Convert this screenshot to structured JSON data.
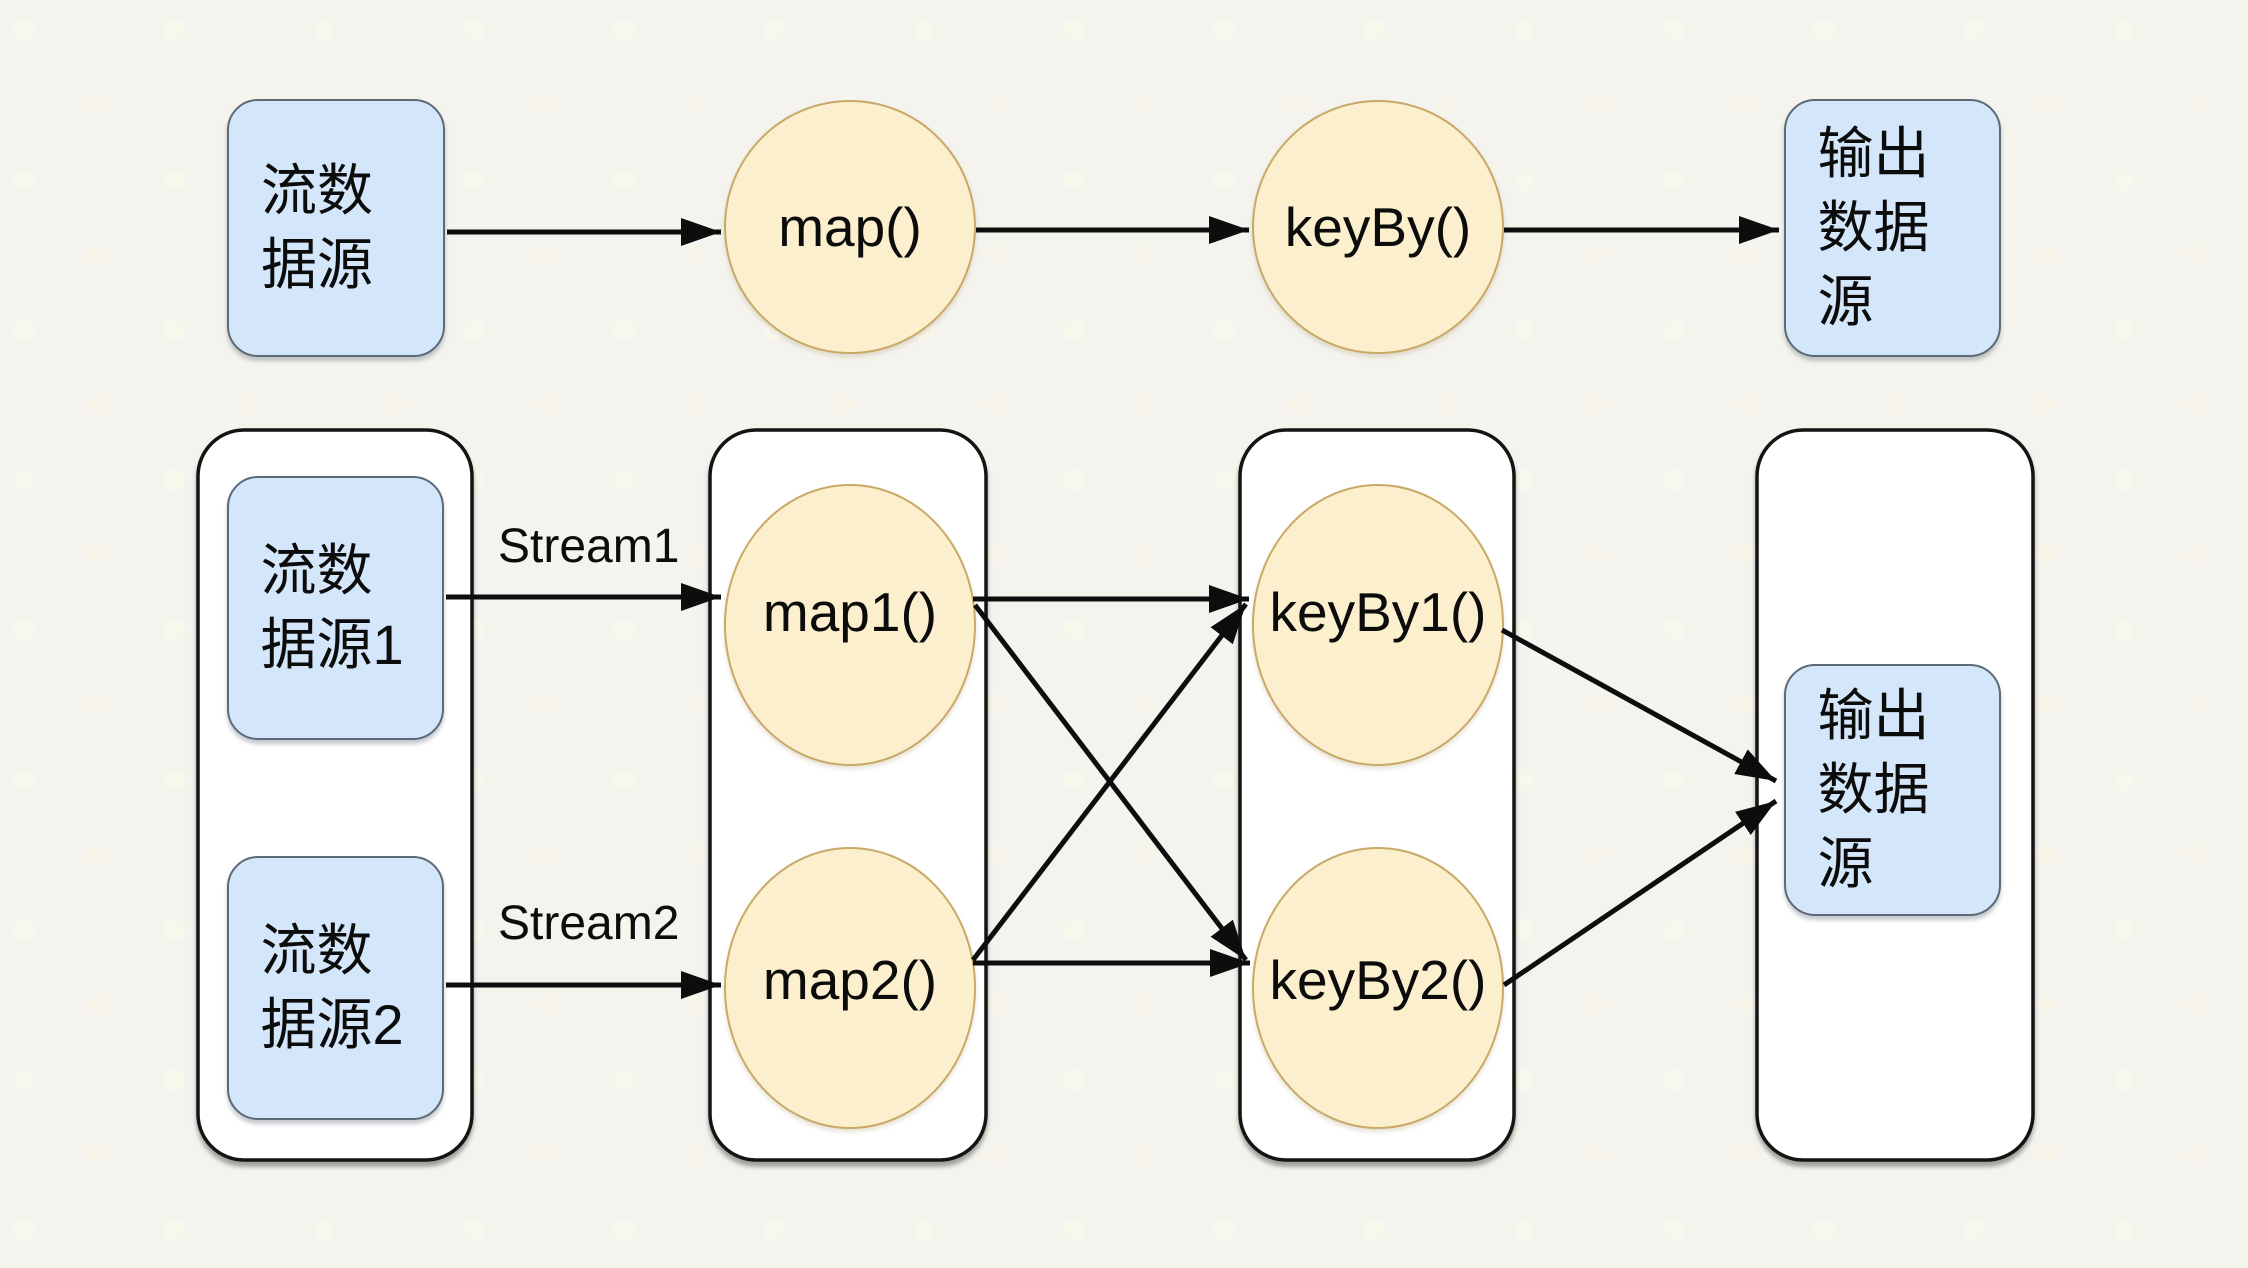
{
  "diagram": {
    "title_implicit": "stream dataflow: logical graph (top) and parallel execution graph (bottom)",
    "colors": {
      "background": "#f4f3ee",
      "source_node_fill": "#d4e7fa",
      "source_node_border": "#5d6a76",
      "operator_node_fill": "#fcefcd",
      "operator_node_border": "#c9a968",
      "container_fill": "#ffffff",
      "container_border": "#141414",
      "edge_color": "#0d0d0d",
      "text_color": "#0c0c0c"
    },
    "top_flow": {
      "source_label": "流数据源",
      "map_label": "map()",
      "keyby_label": "keyBy()",
      "sink_label": "输出数据源"
    },
    "parallel_flow": {
      "source1_label": "流数据源1",
      "source2_label": "流数据源2",
      "stream1_label": "Stream1",
      "stream2_label": "Stream2",
      "map1_label": "map1()",
      "map2_label": "map2()",
      "keyby1_label": "keyBy1()",
      "keyby2_label": "keyBy2()",
      "sink_label": "输出数据源"
    },
    "edges": [
      {
        "from": "流数据源",
        "to": "map()",
        "label": ""
      },
      {
        "from": "map()",
        "to": "keyBy()",
        "label": ""
      },
      {
        "from": "keyBy()",
        "to": "输出数据源",
        "label": ""
      },
      {
        "from": "流数据源1",
        "to": "map1()",
        "label": "Stream1"
      },
      {
        "from": "流数据源2",
        "to": "map2()",
        "label": "Stream2"
      },
      {
        "from": "map1()",
        "to": "keyBy1()",
        "label": ""
      },
      {
        "from": "map1()",
        "to": "keyBy2()",
        "label": ""
      },
      {
        "from": "map2()",
        "to": "keyBy1()",
        "label": ""
      },
      {
        "from": "map2()",
        "to": "keyBy2()",
        "label": ""
      },
      {
        "from": "keyBy1()",
        "to": "输出数据源",
        "label": ""
      },
      {
        "from": "keyBy2()",
        "to": "输出数据源",
        "label": ""
      }
    ]
  }
}
